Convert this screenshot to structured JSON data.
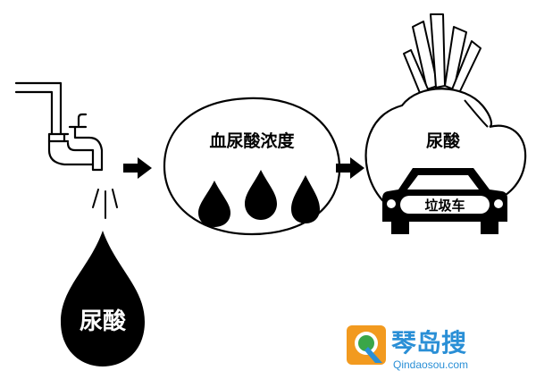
{
  "labels": {
    "drop": "尿酸",
    "circle": "血尿酸浓度",
    "sack": "尿酸",
    "car": "垃圾车"
  },
  "watermark": {
    "brand": "琴岛搜",
    "domain": "Qindaosou.com"
  },
  "colors": {
    "ink": "#000000",
    "paper": "#ffffff",
    "wm_orange": "#f29a1f",
    "wm_green": "#3aa648",
    "wm_blue": "#2a8fd6"
  },
  "icons": [
    "faucet-icon",
    "urate-drop-icon",
    "arrow-right-icon",
    "blood-drop-icon",
    "sack-icon",
    "garbage-truck-icon",
    "qindaosou-logo-icon"
  ]
}
